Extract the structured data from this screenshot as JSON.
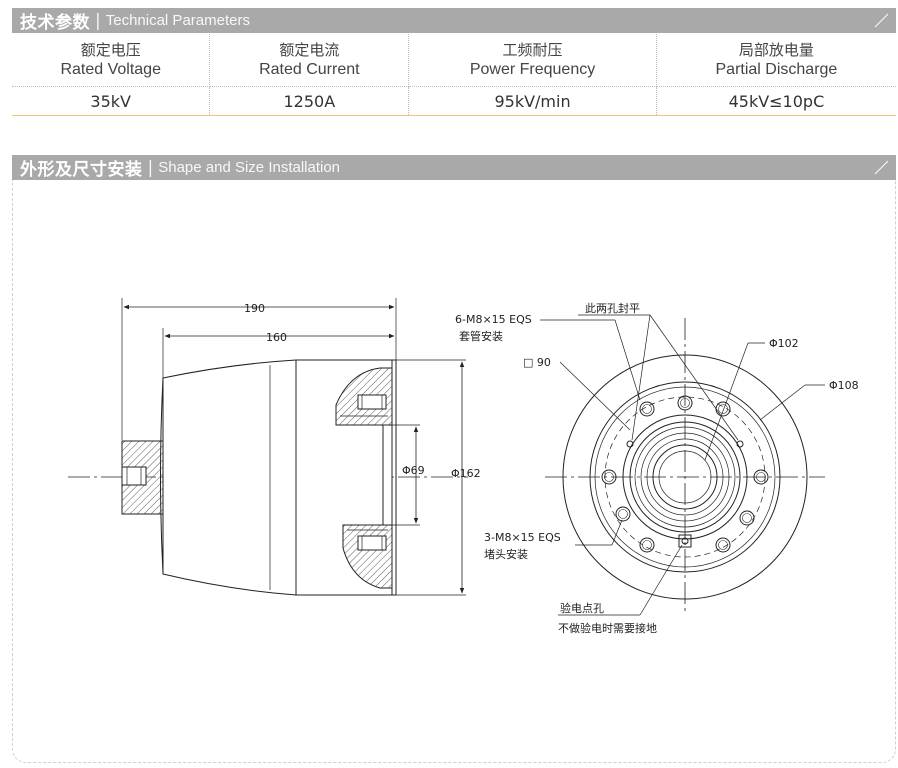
{
  "sections": {
    "technical": {
      "title_zh": "技术参数",
      "separator": "|",
      "title_en": "Technical Parameters"
    },
    "shape": {
      "title_zh": "外形及尺寸安装",
      "separator": "|",
      "title_en": "Shape and Size Installation"
    }
  },
  "params": {
    "headers": [
      {
        "zh": "额定电压",
        "en": "Rated Voltage"
      },
      {
        "zh": "额定电流",
        "en": "Rated Current"
      },
      {
        "zh": "工频耐压",
        "en": "Power Frequency"
      },
      {
        "zh": "局部放电量",
        "en": "Partial Discharge"
      }
    ],
    "values": [
      "35kV",
      "1250A",
      "95kV/min",
      "45kV≤10pC"
    ]
  },
  "drawing": {
    "dim_190": "190",
    "dim_160": "160",
    "dim_phi69": "Φ69",
    "dim_phi162": "Φ162",
    "bolt_top_line1": "6-M8×15 EQS",
    "bolt_top_line2": "套管安装",
    "square_90": "□ 90",
    "two_holes": "此两孔封平",
    "phi102": "Φ102",
    "phi108": "Φ108",
    "bolt_bottom_line1": "3-M8×15 EQS",
    "bolt_bottom_line2": "堵头安装",
    "test_hole_line1": "验电点孔",
    "test_hole_line2": "不做验电时需要接地"
  }
}
